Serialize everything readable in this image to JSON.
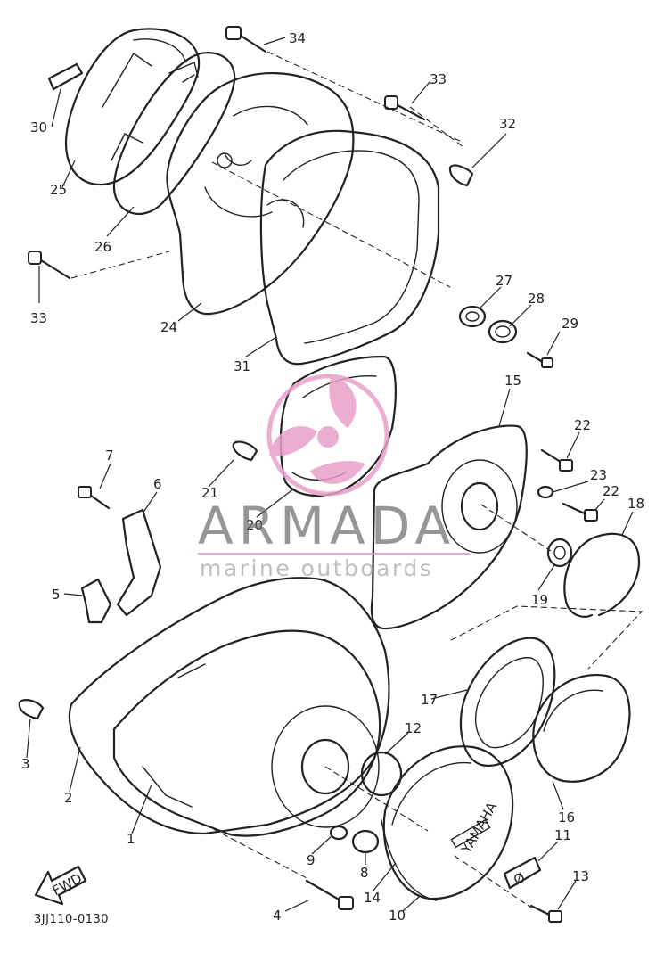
{
  "diagram": {
    "drawing_code": "3JJ110-0130",
    "fwd_label": "FWD",
    "cover_brand": "YAMAHA",
    "plate_text": "Ø",
    "callouts": [
      "1",
      "2",
      "3",
      "4",
      "5",
      "6",
      "7",
      "8",
      "9",
      "10",
      "11",
      "12",
      "13",
      "14",
      "15",
      "16",
      "17",
      "18",
      "19",
      "20",
      "21",
      "22",
      "22",
      "23",
      "24",
      "25",
      "26",
      "27",
      "28",
      "29",
      "30",
      "31",
      "32",
      "33",
      "33",
      "34"
    ]
  },
  "watermark": {
    "brand": "ARMADA",
    "tagline": "marine outboards",
    "logo": "pink-propeller-logo",
    "accent_color": "#e8a0c8"
  }
}
